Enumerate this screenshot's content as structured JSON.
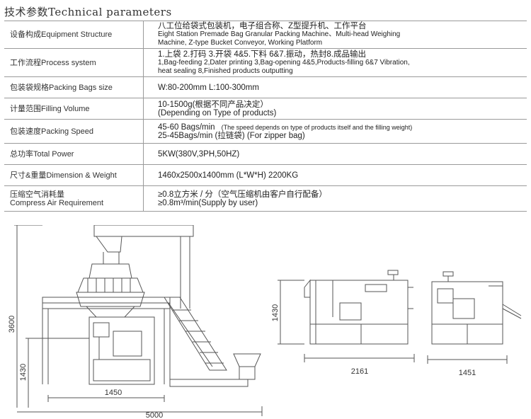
{
  "title": "技术参数Technical parameters",
  "rows": [
    {
      "label": "设备构成Equipment Structure",
      "lines": [
        "八工位给袋式包装机，电子组合称、Z型提升机、工作平台",
        "Eight Station Premade Bag Granular Packing Machine、Multi-head Weighing",
        "Machine, Z-type Bucket Conveyor, Working Platform"
      ]
    },
    {
      "label": "工作流程Process system",
      "lines": [
        "1.上袋 2.打码 3.开袋 4&5.下料 6&7.振动，热封8.成品输出",
        "1,Bag-feeding 2,Dater printing 3,Bag-opening 4&5,Products-filling 6&7 Vibration,",
        "heat sealing 8,Finished products outputting"
      ]
    },
    {
      "label": "包装袋规格Packing Bags size",
      "lines": [
        "W:80-200mm    L:100-300mm"
      ]
    },
    {
      "label": "计量范围Filling Volume",
      "lines": [
        "10-1500g(根据不同产品决定）",
        "(Depending on Type of products)"
      ]
    },
    {
      "label": "包装速度Packing Speed",
      "lines": [
        "45-60 Bags/min",
        "25-45Bags/min (拉链袋)    (For zipper bag)"
      ],
      "note": "(The speed depends on type of products itself and the filling weight)"
    },
    {
      "label": "总功率Total Power",
      "lines": [
        "5KW(380V,3PH,50HZ)"
      ]
    },
    {
      "label": "尺寸&重量Dimension & Weight",
      "lines": [
        "1460x2500x1400mm (L*W*H)   2200KG"
      ]
    },
    {
      "label": "压缩空气消耗量",
      "label2": "Compress Air Requirement",
      "lines": [
        "≥0.8立方米 / 分（空气压缩机由客户自行配备）",
        "≥0.8m³/min(Supply by user)"
      ]
    }
  ],
  "dimensions": {
    "height_total": "3600",
    "height_base": "1430",
    "width_base": "1450",
    "width_total": "5000",
    "side_height": "1430",
    "side_width": "2161",
    "end_width": "1451"
  }
}
